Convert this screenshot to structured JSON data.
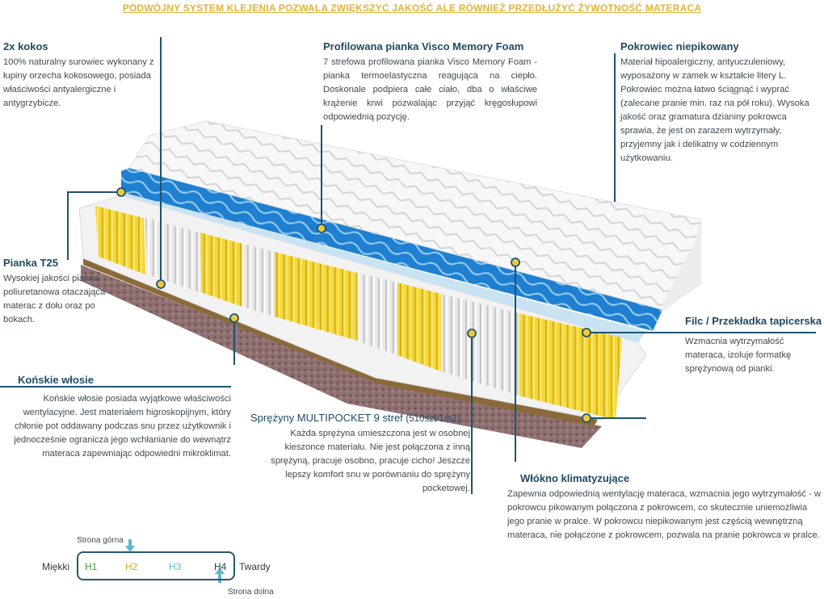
{
  "banner": "PODWÓJNY SYSTEM KLEJENIA POZWALA ZWIĘKSZYĆ JAKOŚĆ ALE RÓWNIEŻ PRZEDŁUŻYĆ ŻYWOTNOŚĆ MATERACA",
  "features": {
    "kokos": {
      "title": "2x kokos",
      "text": "100% naturalny surowiec wykonany z łupiny orzecha kokosowego, posiada właściwości antyalergiczne i antygrzybicze."
    },
    "visco": {
      "title": "Profilowana pianka Visco Memory Foam",
      "text": "7 strefowa profilowana pianka Visco Memory Foam - pianka termoelastyczna reagująca na ciepło. Doskonale podpiera całe ciało, dba o właściwe krążenie krwi pozwalając przyjąć kręgosłupowi odpowiednią pozycję."
    },
    "pokrowiec": {
      "title": "Pokrowiec niepikowany",
      "text": "Materiał hipoalergiczny, antyuczuleniowy, wyposażony w zamek w kształcie litery L. Pokrowiec można łatwo ściągnąć i wyprać (zalecane pranie min. raz na pół roku). Wysoka jakość oraz gramatura dzianiny pokrowca sprawia, że jest on zarazem wytrzymały, przyjemny jak i delikatny w codziennym użytkowaniu."
    },
    "pianka": {
      "title": "Pianka T25",
      "text": "Wysokiej jakości pianka poliuretanowa otaczająca materac z dołu oraz po bokach."
    },
    "filc": {
      "title": "Filc / Przekładka tapicerska",
      "text": "Wzmacnia wytrzymałość materaca, izoluje formatkę sprężynową od pianki."
    },
    "wlosie": {
      "title": "Końskie włosie",
      "text": "Końskie włosie posiada wyjątkowe właściwości wentylacyjne. Jest materiałem higroskopijnym, który chłonie pot oddawany podczas snu przez użytkownik i jednocześnie ogranicza jego wchłanianie do wewnątrz materaca zapewniając odpowiedni mikroklimat."
    },
    "sprezyny": {
      "title": "Sprężyny MULTIPOCKET 9 stref",
      "title_sub": "(510szt/1m2)",
      "text": "Każda sprężyna umieszczona jest w osobnej kieszonce materiału. Nie jest połączona z inną sprężyną, pracuje osobno, pracuje cicho! Jeszcze lepszy komfort snu w porównaniu do sprężyny pocketowej."
    },
    "wlokno": {
      "title": "Włókno klimatyzujące",
      "text": "Zapewnia odpowiednią wentylację materaca, wzmacnia jego wytrzymałość - w pokrowcu pikowanym połączona z pokrowcem, co skutecznie uniemożliwia jego pranie w pralce. W pokrowcu niepikowanym jest częścią wewnętrzną materaca, nie połączone z pokrowcem, pozwala na pranie pokrowca w pralce."
    }
  },
  "hardness": {
    "top_side_label": "Strona górna",
    "bottom_side_label": "Strona dolna",
    "soft_label": "Miękki",
    "hard_label": "Twardy",
    "levels": [
      "H1",
      "H2",
      "H3",
      "H4"
    ],
    "level_colors": [
      "#3c9a3c",
      "#d9a72a",
      "#5fb8d0",
      "#1f3f5a"
    ]
  },
  "colors": {
    "banner": "#e2b437",
    "title": "#1e4a63",
    "line": "#1d5470",
    "dot": "#f0c93a",
    "foam_blue": "#1f7fd0",
    "spring_yellow": "#f3d230"
  }
}
